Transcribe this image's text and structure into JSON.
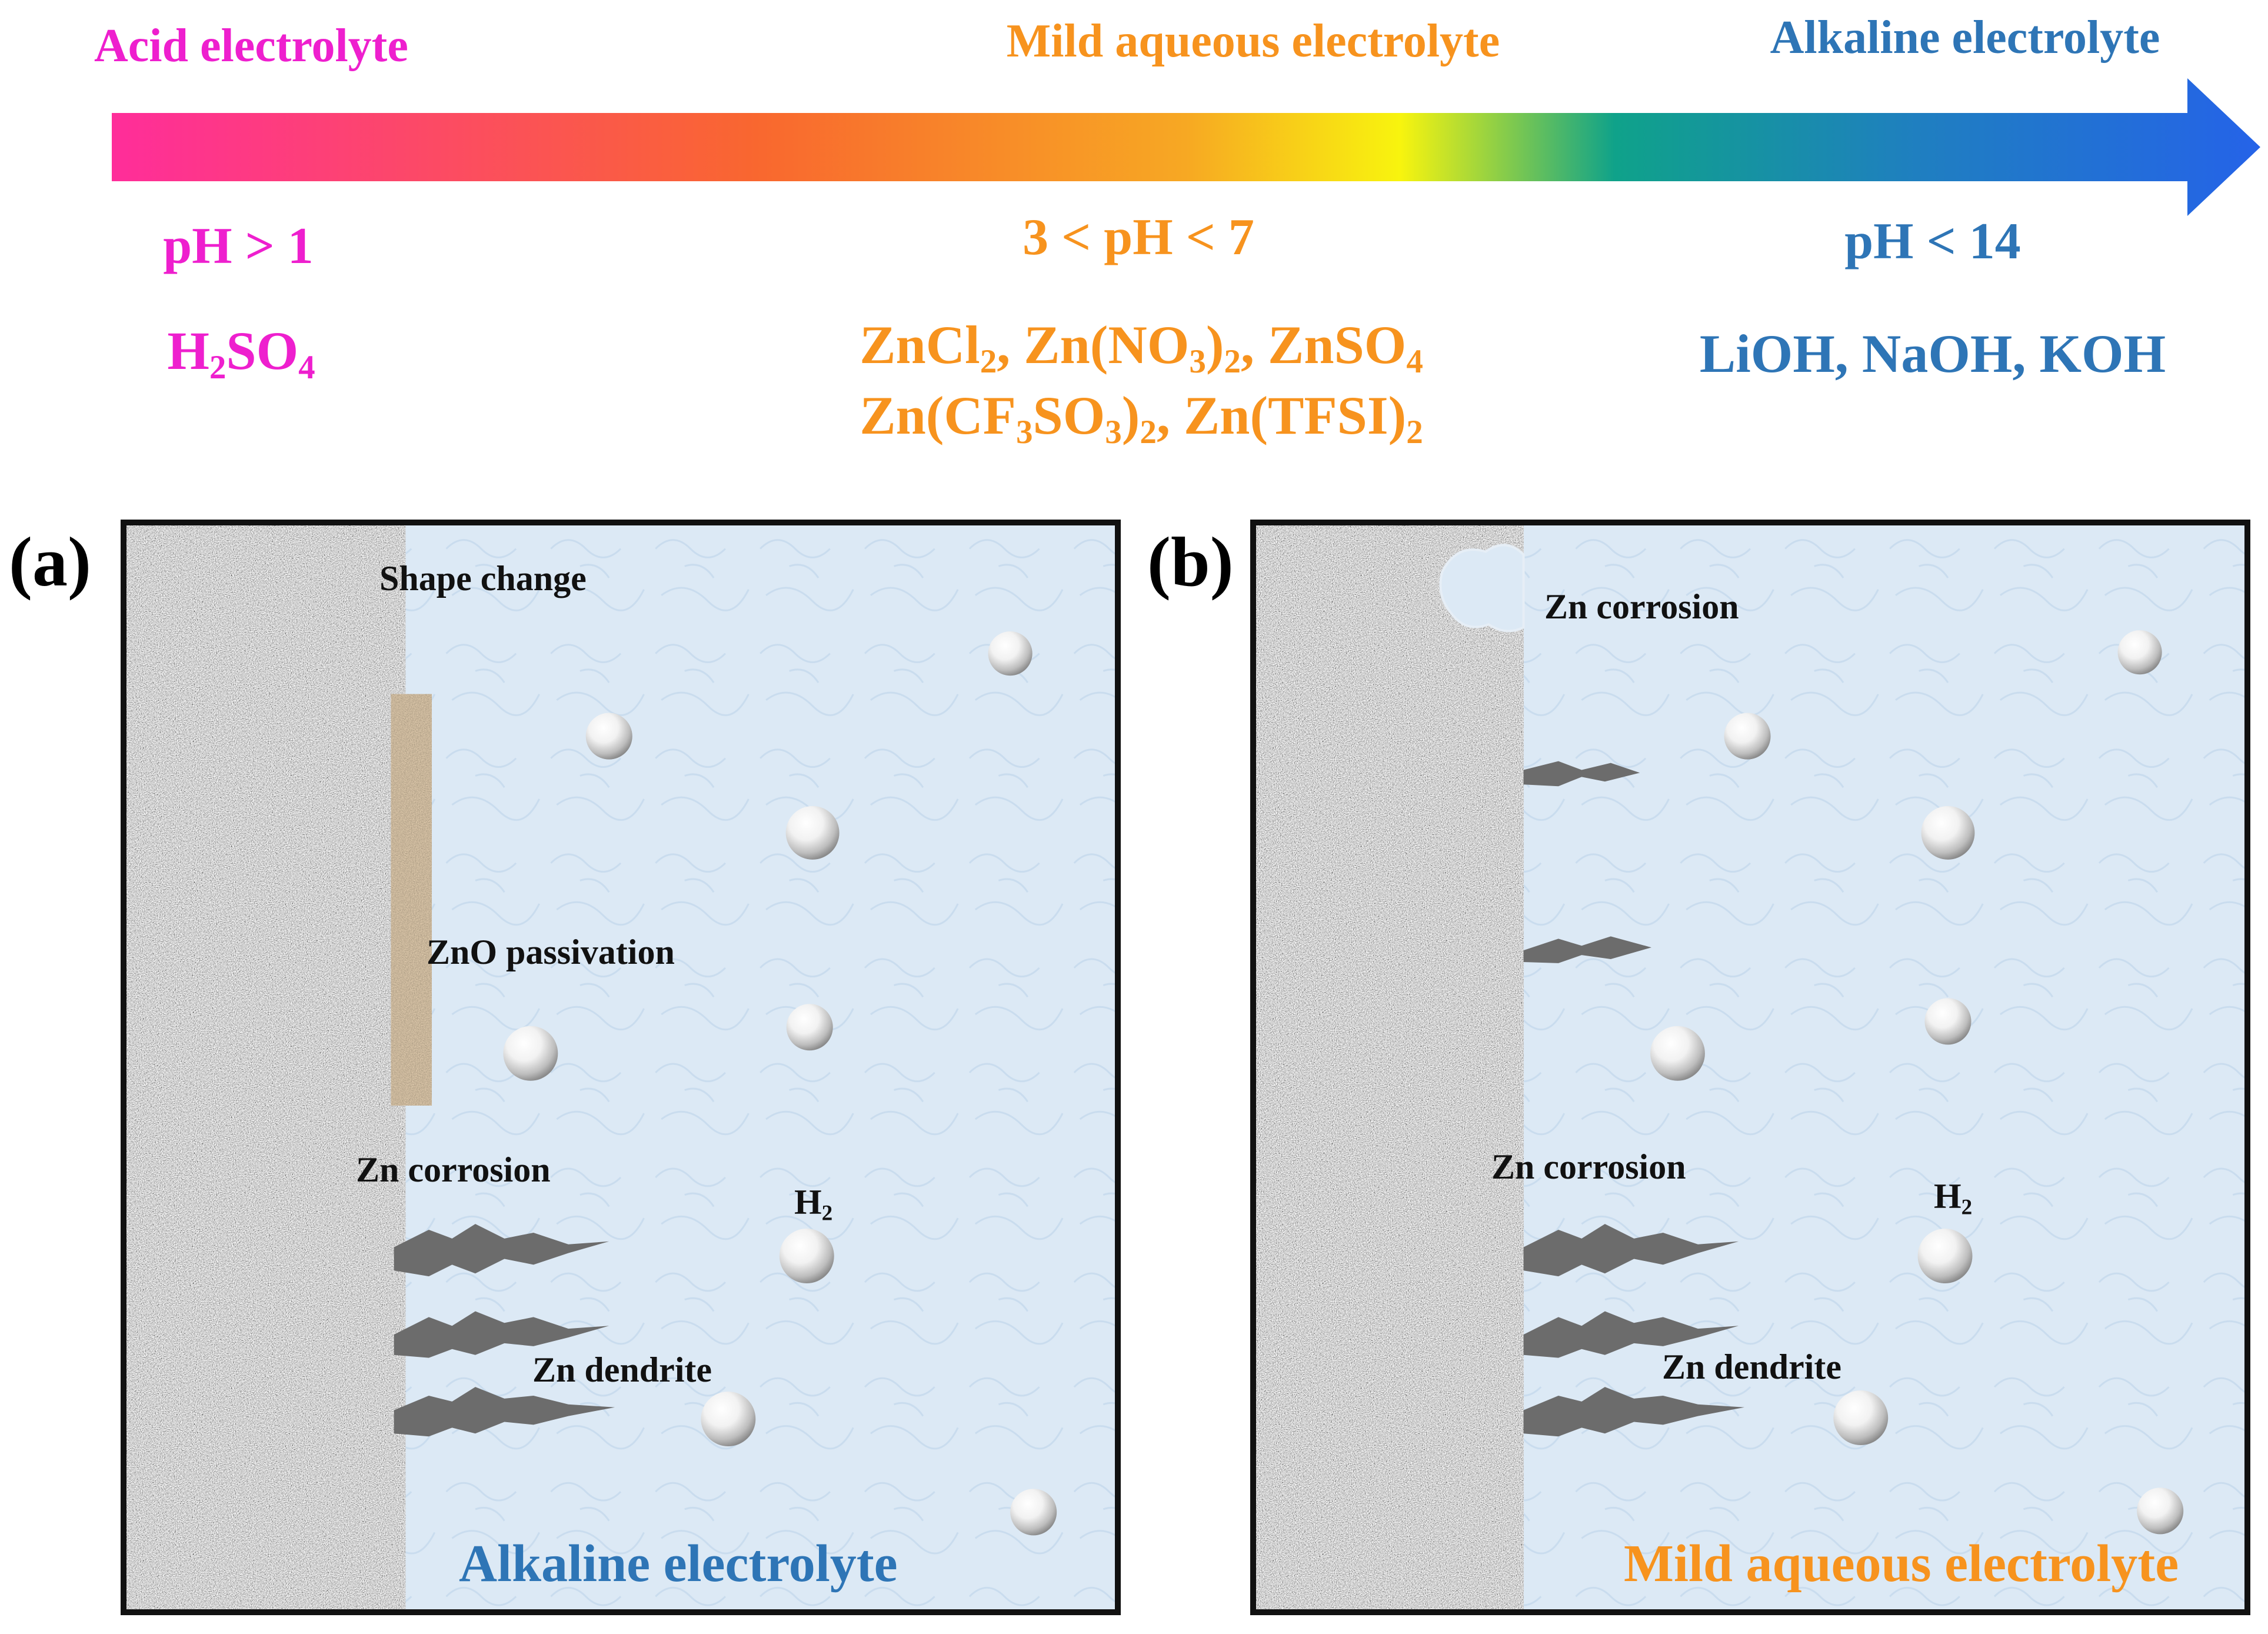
{
  "scale": {
    "acid": {
      "title": "Acid electrolyte",
      "ph": "pH > 1",
      "salts": [
        [
          {
            "t": "H"
          },
          {
            "s": "2"
          },
          {
            "t": "SO"
          },
          {
            "s": "4"
          }
        ]
      ]
    },
    "mild": {
      "title": "Mild aqueous electrolyte",
      "ph": "3 < pH < 7",
      "salts": [
        [
          {
            "t": "ZnCl"
          },
          {
            "s": "2"
          },
          {
            "t": ", Zn(NO"
          },
          {
            "s": "3"
          },
          {
            "t": ")"
          },
          {
            "s": "2"
          },
          {
            "t": ", ZnSO"
          },
          {
            "s": "4"
          }
        ],
        [
          {
            "t": "Zn(CF"
          },
          {
            "s": "3"
          },
          {
            "t": "SO"
          },
          {
            "s": "3"
          },
          {
            "t": ")"
          },
          {
            "s": "2"
          },
          {
            "t": ", Zn(TFSI)"
          },
          {
            "s": "2"
          }
        ]
      ]
    },
    "alkaline": {
      "title": "Alkaline electrolyte",
      "ph": "pH < 14",
      "salts": [
        [
          {
            "t": "LiOH, NaOH, KOH"
          }
        ]
      ]
    },
    "gradient_colors": [
      "#ff2d9a",
      "#f9672f",
      "#f7a823",
      "#f8f40e",
      "#0fa28a",
      "#1f7fc0",
      "#2563e8"
    ]
  },
  "panels": {
    "a": {
      "tag": "(a)",
      "labels": {
        "shape_change": "Shape change",
        "passivation": "ZnO passivation",
        "corrosion": "Zn corrosion",
        "h2": [
          {
            "t": "H"
          },
          {
            "s": "2"
          }
        ],
        "dendrite": "Zn dendrite"
      },
      "electrolyte": "Alkaline electrolyte",
      "electrolyte_color": "#2e75b6"
    },
    "b": {
      "tag": "(b)",
      "labels": {
        "corrosion_top": "Zn corrosion",
        "corrosion": "Zn corrosion",
        "h2": [
          {
            "t": "H"
          },
          {
            "s": "2"
          }
        ],
        "dendrite": "Zn dendrite"
      },
      "electrolyte": "Mild aqueous electrolyte",
      "electrolyte_color": "#f7931e"
    }
  },
  "colors": {
    "acid": "#ee1fce",
    "mild": "#f7931e",
    "alkaline": "#2e75b6",
    "electrolyte_bg": "#dce9f5",
    "zinc": "#8c8c8c",
    "zno": "#a08466"
  },
  "icons": [
    "ph-gradient-arrow",
    "zinc-electrode",
    "h2-bubble",
    "zn-dendrite"
  ]
}
